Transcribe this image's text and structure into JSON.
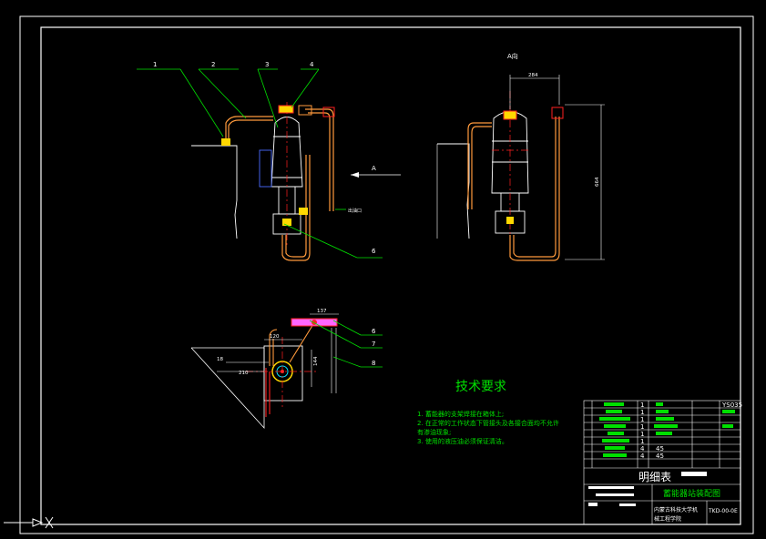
{
  "colors": {
    "background": "#000000",
    "frame": "#ffffff",
    "leader": "#00e000",
    "pipe": "#ff9a3c",
    "center_line": "#ff2020",
    "accumulator": "#ffffff",
    "text": "#ffffff"
  },
  "front_view": {
    "part_numbers": [
      "1",
      "2",
      "3",
      "4"
    ],
    "balloon_6": "6",
    "side_label": "出油口",
    "view_arrow_label": "A"
  },
  "side_view": {
    "view_title": "A向",
    "dim_top": "284",
    "dim_height": "664"
  },
  "plan_view": {
    "dim_137": "137",
    "dim_120": "120",
    "dim_210": "210",
    "dim_18": "18",
    "dim_144": "144",
    "balloons": [
      "6",
      "7",
      "8"
    ]
  },
  "tech_requirements": {
    "title": "技术要求",
    "items": [
      "1. 蓄能器的支架焊接在箱体上;",
      "2. 在正常的工作状态下管接头及各接合面均不允许",
      "   有渗油现象;",
      "3. 使用的液压油必须保证清洁。"
    ]
  },
  "title_block": {
    "bom_title": "明细表",
    "drawing_title": "蓄能器站装配图",
    "school_line1": "内蒙古科技大学机",
    "school_line2": "械工程学院",
    "drawing_number": "TKD-00-0E",
    "quantities": [
      "1",
      "1",
      "1",
      "1",
      "1",
      "1",
      "4",
      "4"
    ],
    "cells": [
      "YS035",
      "45",
      "45"
    ]
  }
}
